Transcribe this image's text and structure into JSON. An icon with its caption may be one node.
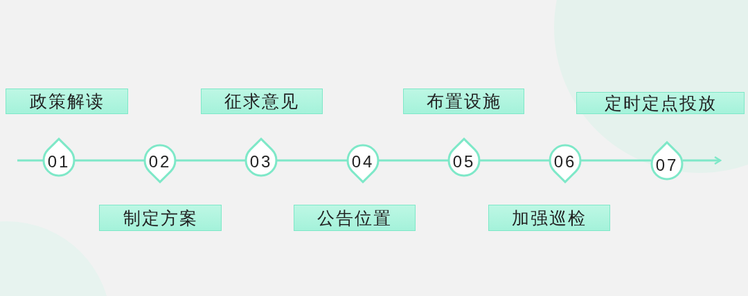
{
  "diagram": {
    "nodes": [
      {
        "text": [
          "01"
        ]
      },
      {
        "text": [
          "02"
        ]
      },
      {
        "text": [
          "03"
        ]
      },
      {
        "text": [
          "04"
        ]
      },
      {
        "text": [
          "05"
        ]
      },
      {
        "text": [
          "06"
        ]
      },
      {
        "text": [
          "07"
        ]
      },
      {
        "text": [
          "政策解读"
        ]
      },
      {
        "text": [
          "制定方案"
        ]
      },
      {
        "text": [
          "征求意见"
        ]
      },
      {
        "text": [
          "公告位置"
        ]
      },
      {
        "text": [
          "布置设施"
        ]
      },
      {
        "text": [
          "加强巡检"
        ]
      },
      {
        "text": [
          "定时定点投放"
        ]
      }
    ],
    "edges": [
      {
        "from": null,
        "to": 0,
        "arrow": "none"
      },
      {
        "from": 0,
        "to": 1,
        "arrow": "none"
      },
      {
        "from": 1,
        "to": 2,
        "arrow": "none"
      },
      {
        "from": 2,
        "to": 3,
        "arrow": "none"
      },
      {
        "from": 3,
        "to": 4,
        "arrow": "none"
      },
      {
        "from": 4,
        "to": 5,
        "arrow": "none"
      },
      {
        "from": 5,
        "to": 6,
        "arrow": "none"
      },
      {
        "from": 6,
        "to": null,
        "arrow": "to"
      }
    ]
  }
}
